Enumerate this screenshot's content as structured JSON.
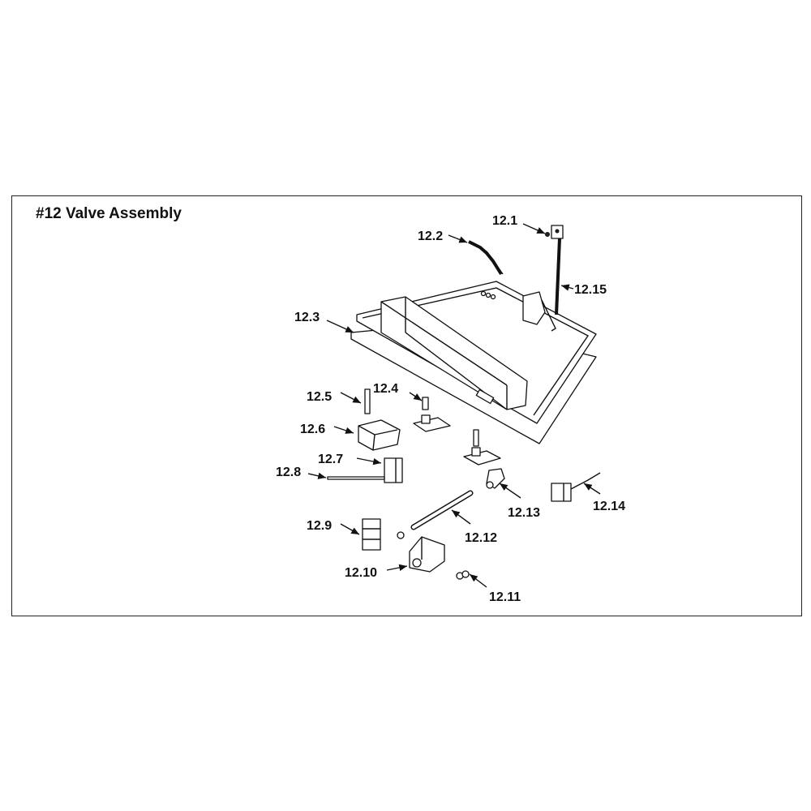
{
  "title": "#12 Valve Assembly",
  "callouts": {
    "c1": "12.1",
    "c2": "12.2",
    "c3": "12.3",
    "c4": "12.4",
    "c5": "12.5",
    "c6": "12.6",
    "c7": "12.7",
    "c8": "12.8",
    "c9": "12.9",
    "c10": "12.10",
    "c11": "12.11",
    "c12": "12.12",
    "c13": "12.13",
    "c14": "12.14",
    "c15": "12.15"
  }
}
